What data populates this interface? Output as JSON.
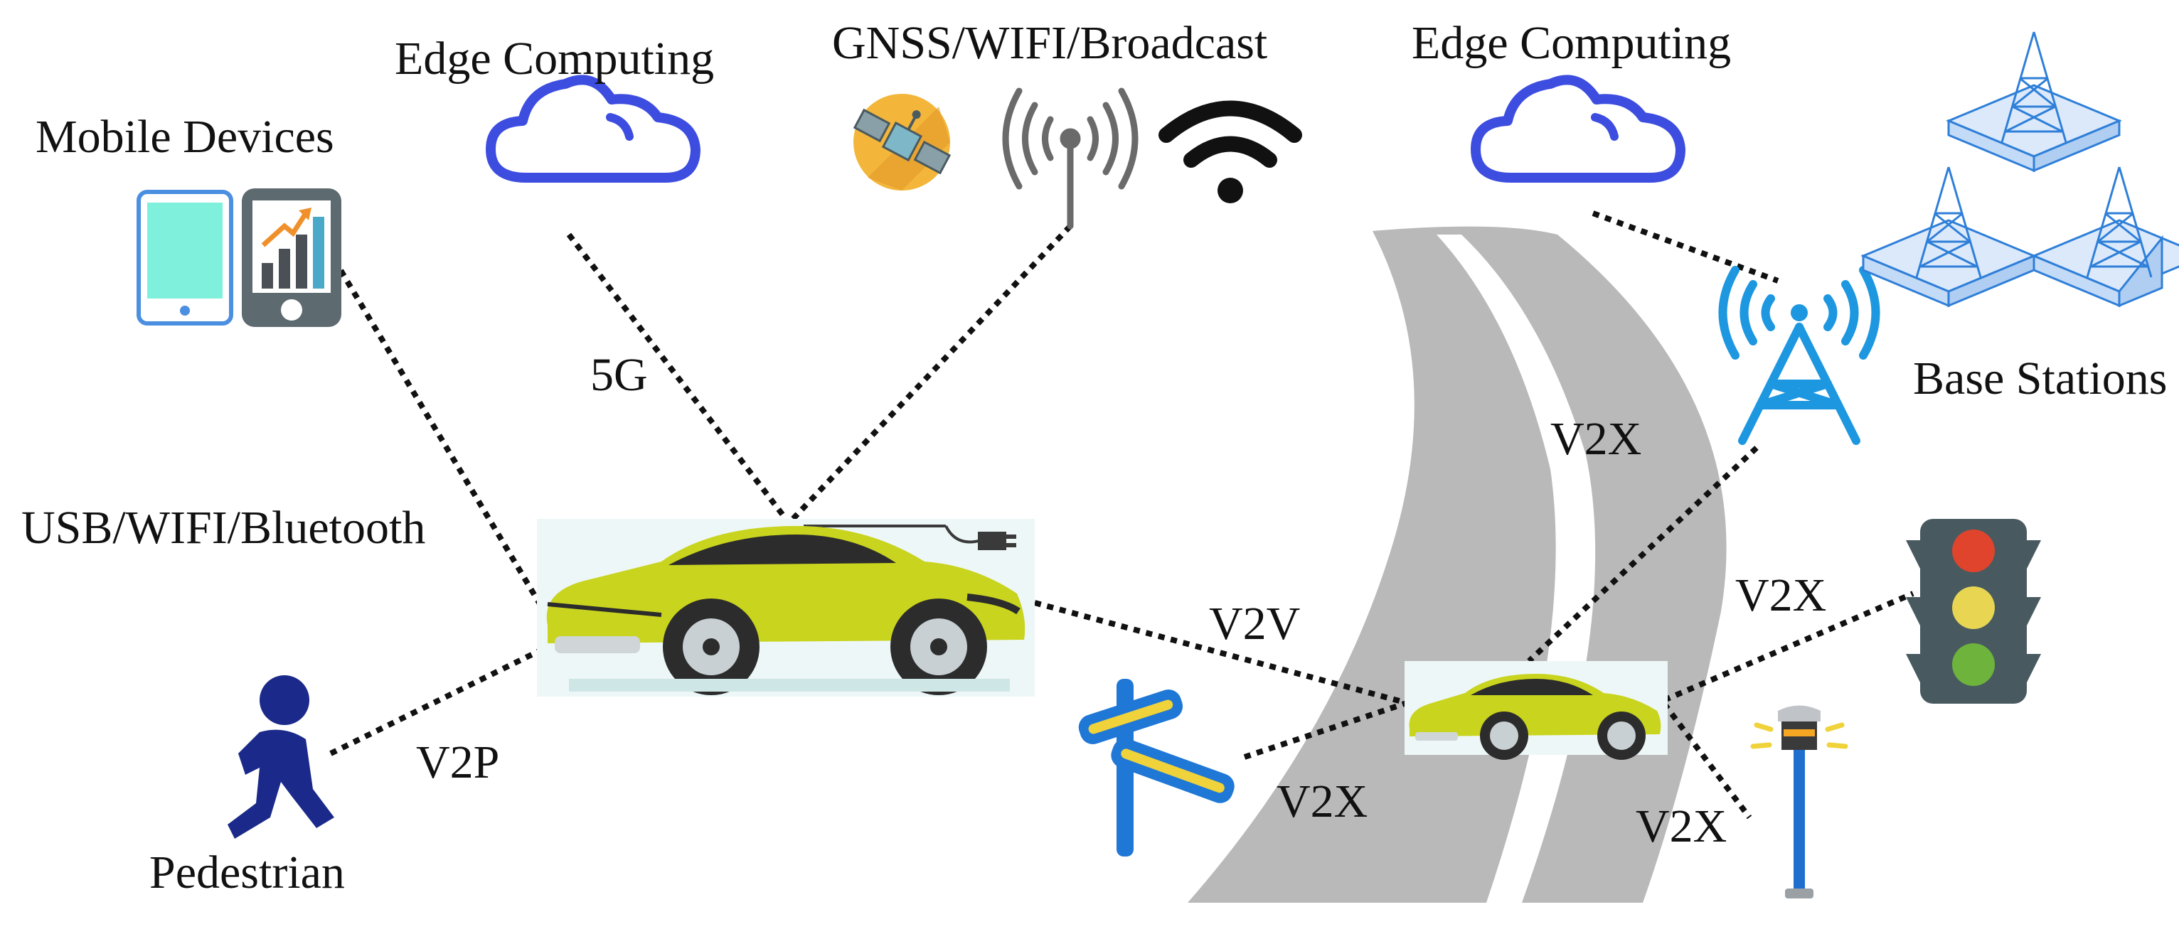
{
  "labels": {
    "mobile_devices": "Mobile Devices",
    "edge_computing_left": "Edge Computing",
    "gnss_wifi_broadcast": "GNSS/WIFI/Broadcast",
    "edge_computing_right": "Edge Computing",
    "base_stations": "Base Stations",
    "link_5g": "5G",
    "usb_wifi_bluetooth": "USB/WIFI/Bluetooth",
    "v2x_road": "V2X",
    "v2x_traffic_light": "V2X",
    "v2v": "V2V",
    "v2p": "V2P",
    "pedestrian": "Pedestrian",
    "v2x_signpost": "V2X",
    "v2x_roadside_unit": "V2X"
  },
  "colors": {
    "cloud": "#3d4de0",
    "tower": "#1d97e0",
    "car_body": "#c8d41e",
    "road": "#b9b9b9",
    "pedestrian": "#1b2a8a",
    "signpost_blue": "#1f77d6",
    "signpost_yellow": "#f0d23a",
    "satellite_bg": "#f3b63a",
    "traffic_light_body": "#485a60",
    "light_red": "#e0442c",
    "light_yellow": "#e8d552",
    "light_green": "#6db33c",
    "base_station": "#2f7fd8"
  },
  "icons": [
    "tablet-icon",
    "smartphone-chart-icon",
    "cloud-icon",
    "satellite-icon",
    "broadcast-antenna-icon",
    "wifi-icon",
    "cell-tower-icon",
    "base-station-icon",
    "electric-car-icon",
    "pedestrian-icon",
    "signpost-icon",
    "traffic-light-icon",
    "roadside-unit-icon"
  ]
}
